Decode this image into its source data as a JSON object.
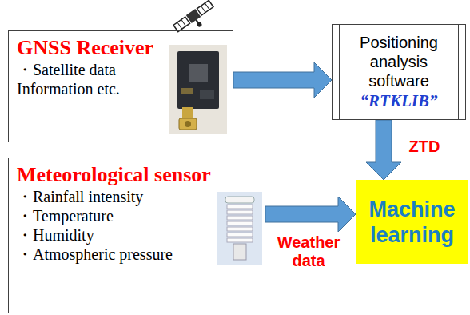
{
  "diagram": {
    "nodes": [
      {
        "text": [
          "GNSS Receiver",
          "・Satellite data Information etc."
        ]
      },
      {
        "text": [
          "Positioning analysis software",
          "“RTKLIB”"
        ]
      },
      {
        "text": [
          "Meteorological sensor",
          "・Rainfall intensity",
          "・Temperature",
          "・Humidity",
          "・Atmospheric pressure"
        ]
      },
      {
        "text": [
          "Machine learning"
        ]
      }
    ],
    "edges": [
      {
        "from": 0,
        "to": 1,
        "arrow": "to"
      },
      {
        "from": 1,
        "to": 3,
        "label": "ZTD",
        "arrow": "to"
      },
      {
        "from": 2,
        "to": 3,
        "label": "Weather data",
        "arrow": "to"
      }
    ]
  }
}
